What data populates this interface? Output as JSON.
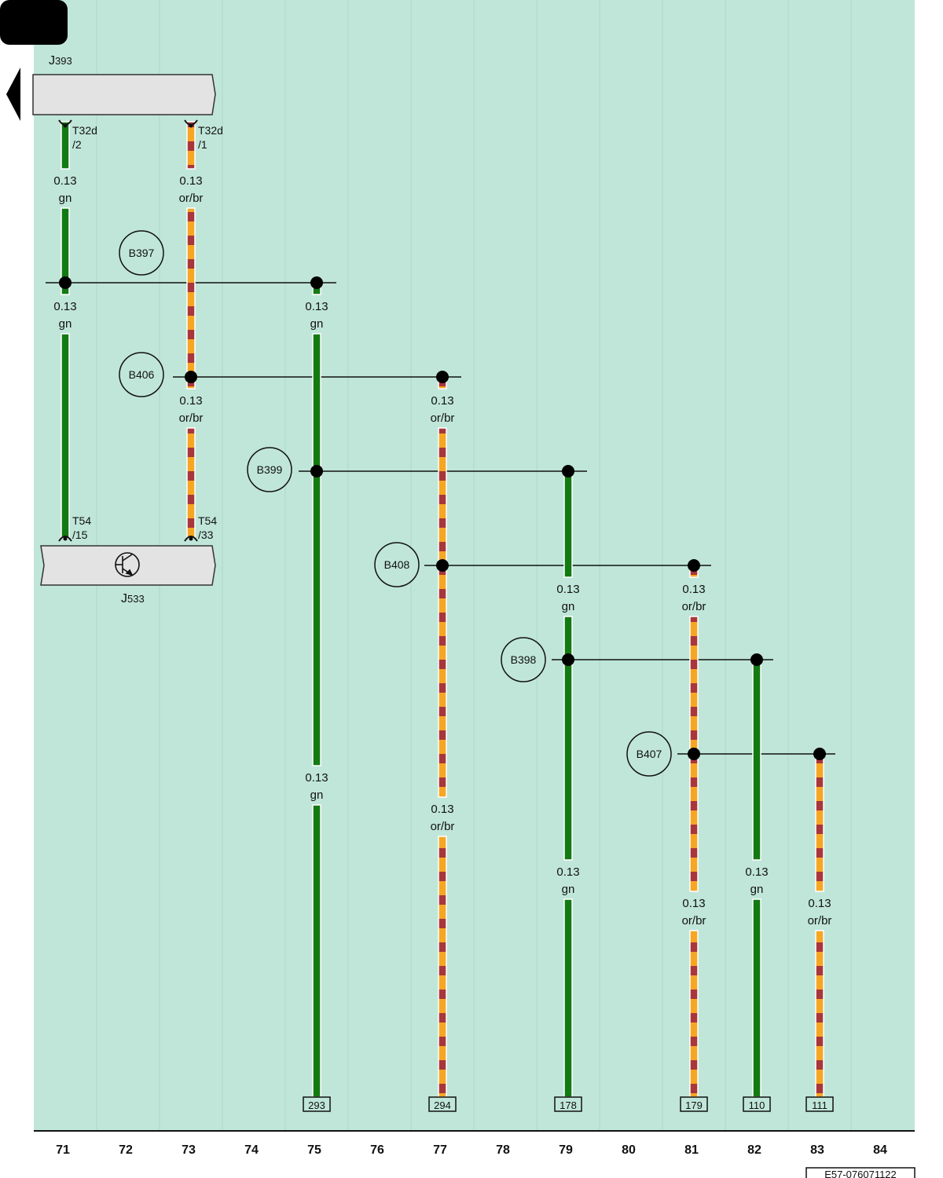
{
  "colors": {
    "background": "#c0e6d9",
    "gridline": "#aed8c9",
    "gn": "#127a12",
    "or": "#f6a623",
    "br": "#a8363b",
    "component_fill": "#e3e3e3",
    "ink": "#111111"
  },
  "components": {
    "J393": {
      "name": "J",
      "sub": "393"
    },
    "J533": {
      "name": "J",
      "sub": "533"
    }
  },
  "pins": [
    {
      "id": "T32d-2",
      "line1": "T32d",
      "line2": "/2"
    },
    {
      "id": "T32d-1",
      "line1": "T32d",
      "line2": "/1"
    },
    {
      "id": "T54-15",
      "line1": "T54",
      "line2": "/15"
    },
    {
      "id": "T54-33",
      "line1": "T54",
      "line2": "/33"
    }
  ],
  "splices": [
    "B397",
    "B406",
    "B399",
    "B408",
    "B398",
    "B407"
  ],
  "wire_labels": [
    {
      "size": "0.13",
      "color": "gn"
    },
    {
      "size": "0.13",
      "color": "or/br"
    },
    {
      "size": "0.13",
      "color": "gn"
    },
    {
      "size": "0.13",
      "color": "gn"
    },
    {
      "size": "0.13",
      "color": "or/br"
    },
    {
      "size": "0.13",
      "color": "or/br"
    },
    {
      "size": "0.13",
      "color": "gn"
    },
    {
      "size": "0.13",
      "color": "or/br"
    },
    {
      "size": "0.13",
      "color": "gn"
    },
    {
      "size": "0.13",
      "color": "or/br"
    },
    {
      "size": "0.13",
      "color": "gn"
    },
    {
      "size": "0.13",
      "color": "gn"
    },
    {
      "size": "0.13",
      "color": "or/br"
    },
    {
      "size": "0.13",
      "color": "or/br"
    }
  ],
  "terminals": [
    "293",
    "294",
    "178",
    "179",
    "110",
    "111"
  ],
  "columns": [
    "71",
    "72",
    "73",
    "74",
    "75",
    "76",
    "77",
    "78",
    "79",
    "80",
    "81",
    "82",
    "83",
    "84"
  ],
  "reference_code": "E57-076071122"
}
